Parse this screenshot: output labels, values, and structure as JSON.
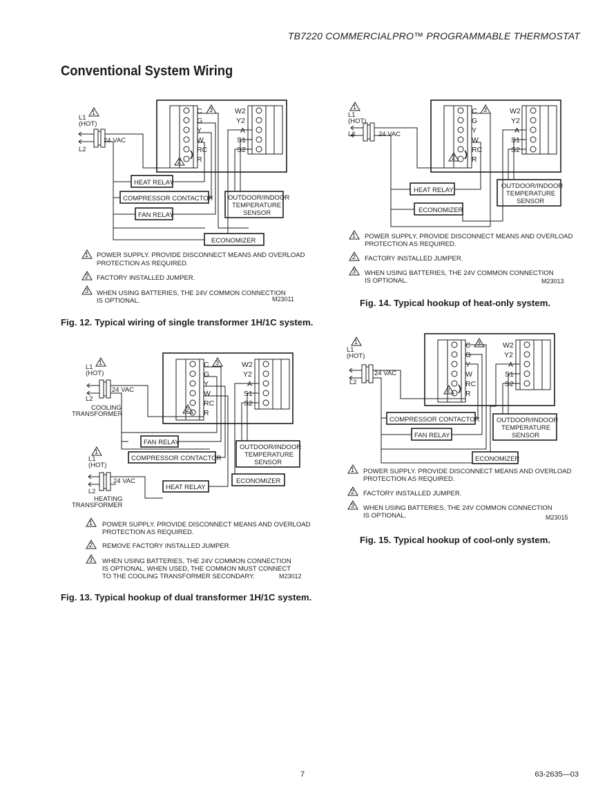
{
  "header": {
    "title": "TB7220 COMMERCIALPRO™ PROGRAMMABLE THERMOSTAT"
  },
  "section": {
    "title": "Conventional System Wiring"
  },
  "common": {
    "l1": "L1",
    "hot": "(HOT)",
    "l2": "L2",
    "vac": "24 VAC",
    "left_terminals": [
      "C",
      "G",
      "Y",
      "W",
      "RC",
      "R"
    ],
    "right_terminals": [
      "W2",
      "Y2",
      "A",
      "S1",
      "S2"
    ],
    "n1": "1",
    "n2": "2",
    "n3": "3"
  },
  "labels": {
    "heat_relay": "HEAT RELAY",
    "compressor_contactor": "COMPRESSOR CONTACTOR",
    "fan_relay": "FAN RELAY",
    "economizer": "ECONOMIZER",
    "sensor_l1": "OUTDOOR/INDOOR",
    "sensor_l2": "TEMPERATURE",
    "sensor_l3": "SENSOR",
    "cooling_transformer_l1": "COOLING",
    "cooling_transformer_l2": "TRANSFORMER",
    "heating_transformer_l1": "HEATING",
    "heating_transformer_l2": "TRANSFORMER"
  },
  "notes": {
    "power_l1": "POWER SUPPLY.  PROVIDE DISCONNECT MEANS AND OVERLOAD",
    "power_l2": "PROTECTION AS REQUIRED.",
    "jumper": "FACTORY INSTALLED JUMPER.",
    "remove_jumper": "REMOVE FACTORY INSTALLED JUMPER.",
    "batt_l1": "WHEN USING BATTERIES, THE 24V COMMON CONNECTION",
    "batt_l2": "IS OPTIONAL.",
    "batt13_l2": "IS OPTIONAL. WHEN USED, THE COMMON MUST CONNECT",
    "batt13_l3": "TO THE COOLING TRANSFORMER SECONDARY."
  },
  "figures": {
    "fig12": {
      "code": "M23011",
      "caption": "Fig. 12. Typical wiring of single transformer 1H/1C system."
    },
    "fig13": {
      "code": "M23012",
      "caption": "Fig. 13. Typical hookup of dual transformer 1H/1C system."
    },
    "fig14": {
      "code": "M23013",
      "caption": "Fig. 14. Typical hookup of heat-only system."
    },
    "fig15": {
      "code": "M23015",
      "caption": "Fig. 15. Typical hookup of cool-only system."
    }
  },
  "footer": {
    "page": "7",
    "doc": "63-2635—03"
  }
}
